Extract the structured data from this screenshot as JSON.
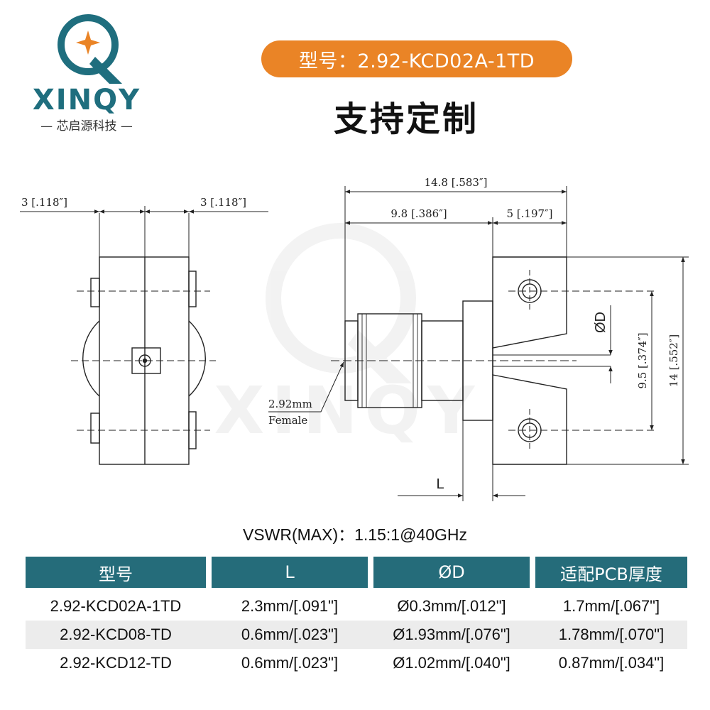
{
  "brand": {
    "logo_letter": "Q",
    "wordmark": "XINQY",
    "tagline": "芯启源科技",
    "color_teal": "#1f6e7e",
    "color_orange": "#ea8426"
  },
  "model_label": "型号：2.92-KCD02A-1TD",
  "headline": "支持定制",
  "drawing": {
    "dim_side_left": "3 [.118″]",
    "dim_side_right": "3 [.118″]",
    "dim_total_length": "14.8 [.583″]",
    "dim_connector_length": "9.8 [.386″]",
    "dim_flange_length": "5 [.197″]",
    "dim_hole_pitch": "9.5 [.374″]",
    "dim_flange_height": "14 [.552″]",
    "label_od": "ØD",
    "label_l": "L",
    "callout_line1": "2.92mm",
    "callout_line2": "Female"
  },
  "vswr": "VSWR(MAX)：1.15:1@40GHz",
  "table": {
    "headers": [
      "型号",
      "L",
      "ØD",
      "适配PCB厚度"
    ],
    "rows": [
      [
        "2.92-KCD02A-1TD",
        "2.3mm/[.091\"]",
        "Ø0.3mm/[.012\"]",
        "1.7mm/[.067\"]"
      ],
      [
        "2.92-KCD08-TD",
        "0.6mm/[.023\"]",
        "Ø1.93mm/[.076\"]",
        "1.78mm/[.070\"]"
      ],
      [
        "2.92-KCD12-TD",
        "0.6mm/[.023\"]",
        "Ø1.02mm/[.040\"]",
        "0.87mm/[.034\"]"
      ]
    ]
  }
}
